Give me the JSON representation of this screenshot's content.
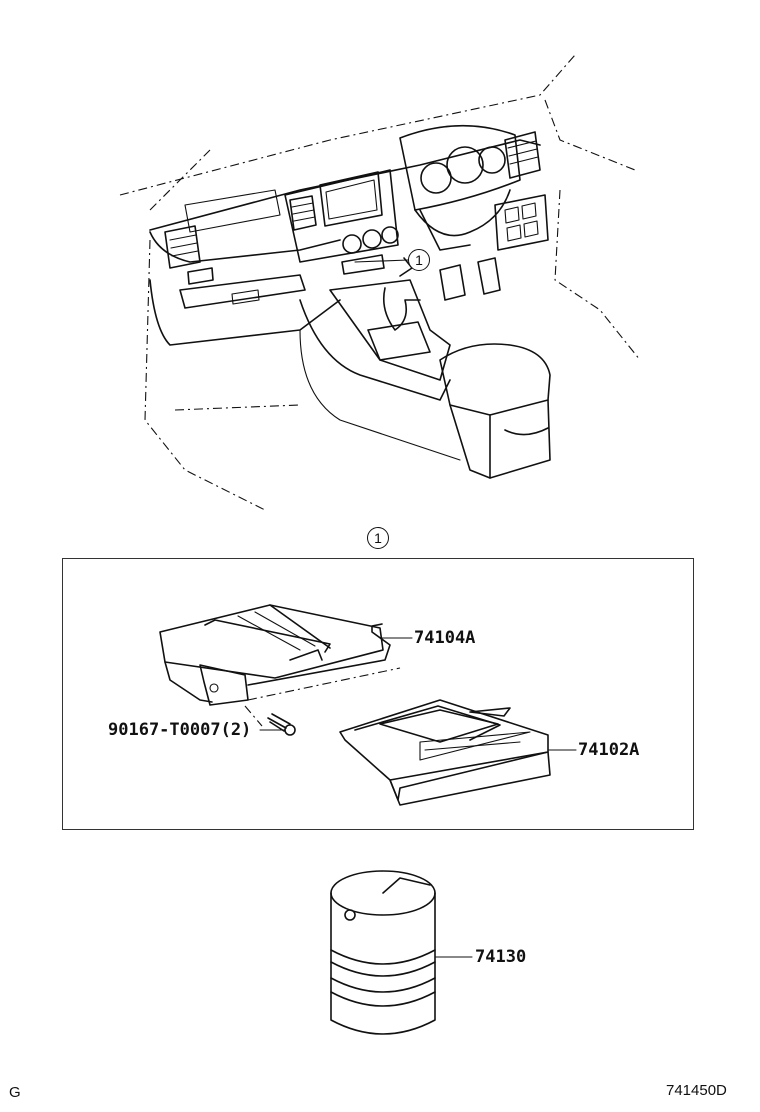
{
  "callout": {
    "number": "1"
  },
  "parts": {
    "upper_tray": "74104A",
    "screw": "90167-T0007(2)",
    "lower_box": "74102A",
    "ashtray": "74130"
  },
  "footer": {
    "left": "G",
    "right": "741450D"
  }
}
